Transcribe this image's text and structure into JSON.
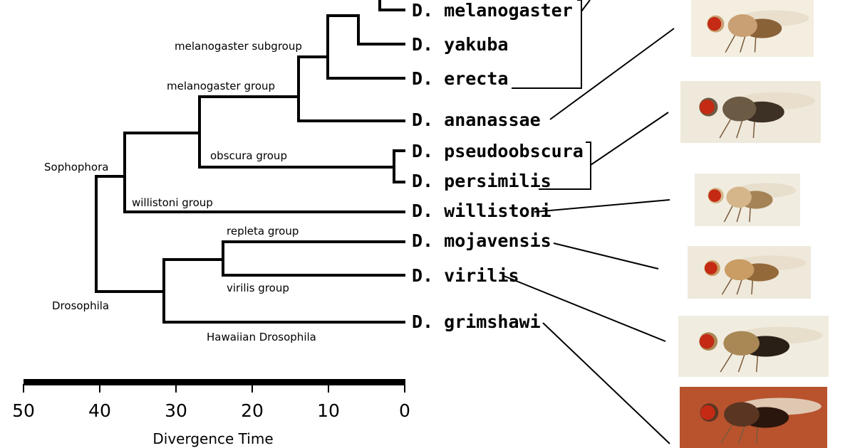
{
  "species": [
    {
      "key": "melanogaster",
      "label": "D. melanogaster"
    },
    {
      "key": "yakuba",
      "label": "D. yakuba"
    },
    {
      "key": "erecta",
      "label": "D. erecta"
    },
    {
      "key": "ananassae",
      "label": "D. ananassae"
    },
    {
      "key": "pseudoobscura",
      "label": "D. pseudoobscura"
    },
    {
      "key": "persimilis",
      "label": "D. persimilis"
    },
    {
      "key": "willistoni",
      "label": "D. willistoni"
    },
    {
      "key": "mojavensis",
      "label": "D. mojavensis"
    },
    {
      "key": "virilis",
      "label": "D. virilis"
    },
    {
      "key": "grimshawi",
      "label": "D. grimshawi"
    }
  ],
  "groups": {
    "melanogaster_subgroup": "melanogaster subgroup",
    "melanogaster_group": "melanogaster group",
    "obscura_group": "obscura group",
    "sophophora": "Sophophora",
    "willistoni_group": "willistoni group",
    "repleta_group": "repleta group",
    "virilis_group": "virilis group",
    "drosophila": "Drosophila",
    "hawaiian_drosophila": "Hawaiian Drosophila"
  },
  "axis": {
    "title": "Divergence Time",
    "ticks": [
      "50",
      "40",
      "30",
      "20",
      "10",
      "0"
    ]
  },
  "photos": [
    {
      "name": "melanogaster-fly-photo",
      "body": "#c9a073",
      "abdomen": "#8a6238",
      "bg": "#f3eee0"
    },
    {
      "name": "ananassae-fly-photo",
      "body": "#6b5a44",
      "abdomen": "#3d3024",
      "bg": "#efe9dc"
    },
    {
      "name": "pseudoobscura-fly-photo",
      "body": "#d5b58a",
      "abdomen": "#a58356",
      "bg": "#f1ece0"
    },
    {
      "name": "willistoni-fly-photo",
      "body": "#c99d64",
      "abdomen": "#94693a",
      "bg": "#efe9dc"
    },
    {
      "name": "mojavensis-fly-photo",
      "body": "#a98856",
      "abdomen": "#2a1f16",
      "bg": "#f1ece0"
    },
    {
      "name": "grimshawi-fly-photo",
      "body": "#5a3622",
      "abdomen": "#2a160c",
      "bg": "#b8532e"
    }
  ]
}
